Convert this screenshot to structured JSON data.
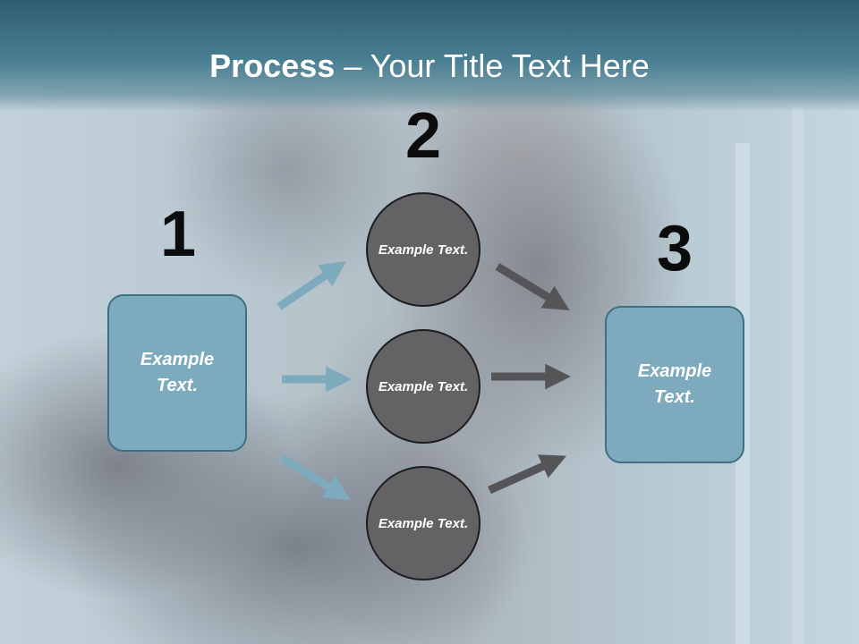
{
  "slide": {
    "title_bold": "Process",
    "title_rest": " – Your Title Text Here"
  },
  "steps": {
    "one": "1",
    "two": "2",
    "three": "3"
  },
  "nodes": {
    "input_box": "Example Text.",
    "circle_top": "Example Text.",
    "circle_middle": "Example Text.",
    "circle_bottom": "Example Text.",
    "output_box": "Example Text."
  },
  "colors": {
    "header": "#3e7386",
    "box_fill": "#7eaabd",
    "circle_fill": "#636366",
    "arrow_blue": "#7eaabd",
    "arrow_gray": "#555557"
  }
}
